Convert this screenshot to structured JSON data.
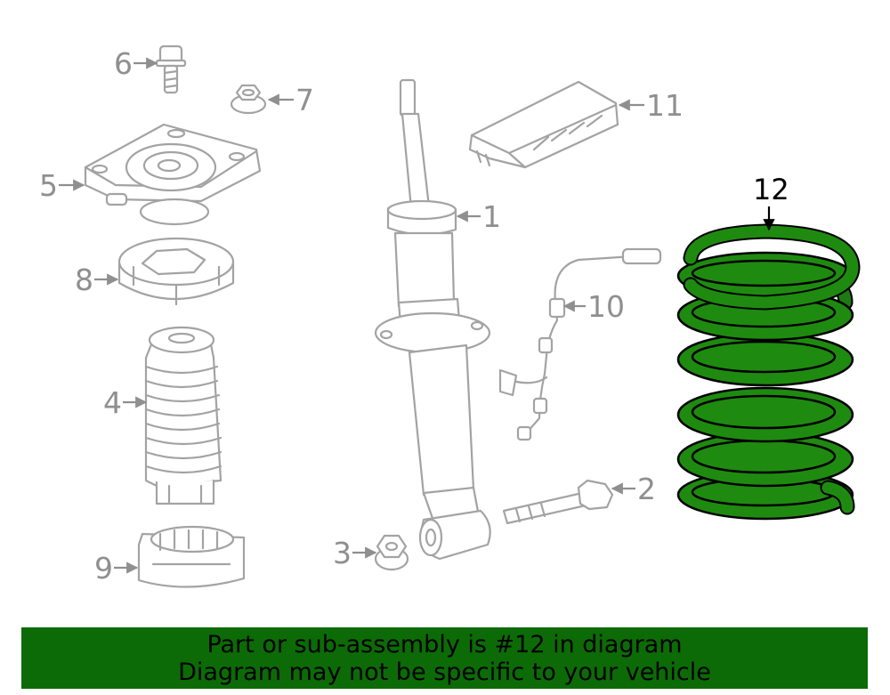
{
  "callouts": {
    "c1": "1",
    "c2": "2",
    "c3": "3",
    "c4": "4",
    "c5": "5",
    "c6": "6",
    "c7": "7",
    "c8": "8",
    "c9": "9",
    "c10": "10",
    "c11": "11",
    "c12": "12"
  },
  "highlight": {
    "part_number": "12",
    "color": "#1f8a10",
    "outline": "#000000"
  },
  "banner": {
    "line1": "Part or sub-assembly is #12 in diagram",
    "line2": "Diagram may not be specific to your vehicle",
    "background": "#0c6b06"
  }
}
